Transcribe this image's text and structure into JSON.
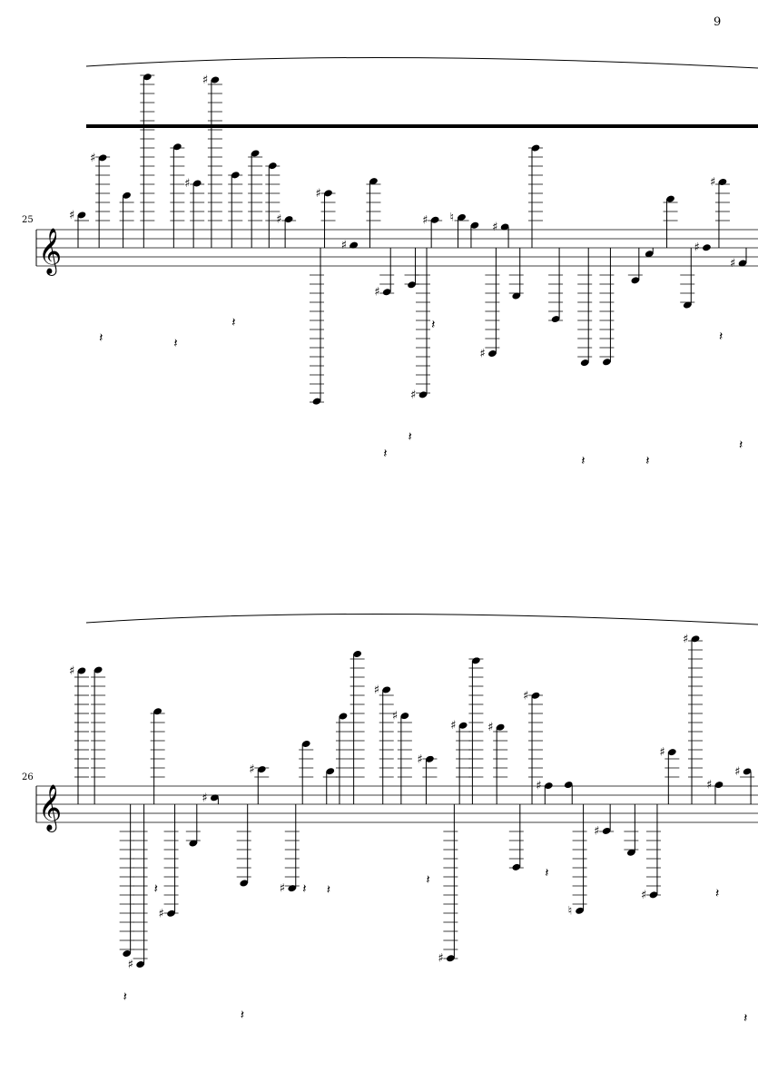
{
  "page": {
    "page_number": "9",
    "systems": [
      {
        "measure_number": "25",
        "clef": "treble"
      },
      {
        "measure_number": "26",
        "clef": "treble"
      }
    ]
  },
  "glyphs": {
    "clef": "𝄞",
    "sharp": "♯",
    "natural": "♮",
    "rest": "𝄽"
  }
}
